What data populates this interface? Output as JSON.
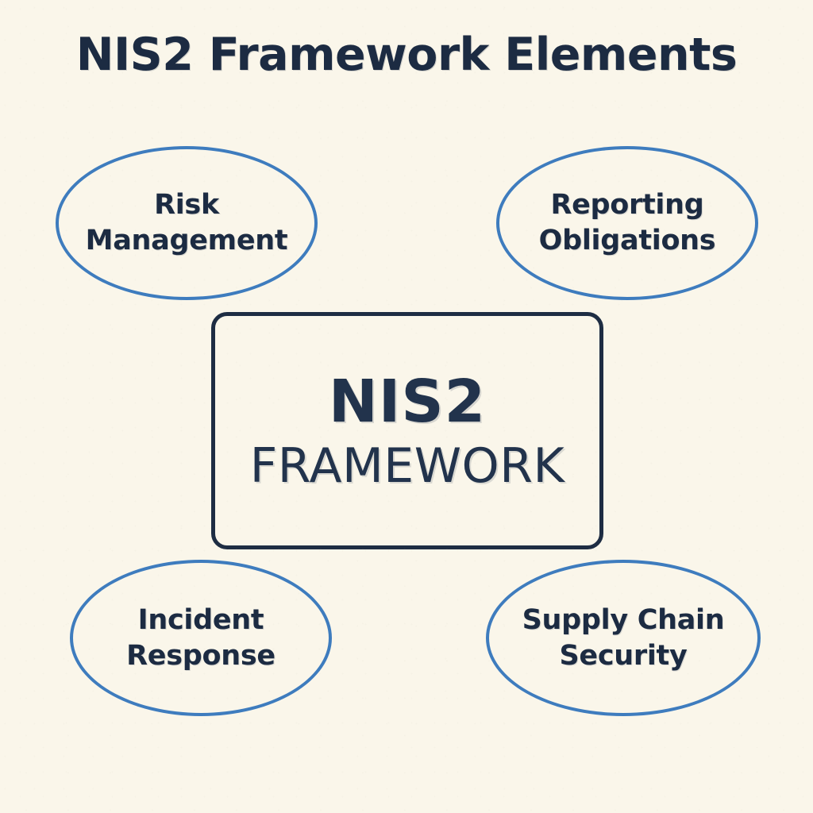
{
  "page": {
    "title": "NIS2 Framework Elements",
    "background_color": "#FAF6EA",
    "accent_color": "#3E7CBE",
    "text_color": "#1C2B42",
    "box_border_color": "#1E2D43"
  },
  "center": {
    "primary": "NIS2",
    "secondary": "FRAMEWORK"
  },
  "nodes": [
    {
      "id": "risk-management",
      "line1": "Risk",
      "line2": "Management",
      "position": "top-left"
    },
    {
      "id": "reporting",
      "line1": "Reporting",
      "line2": "Obligations",
      "position": "top-right"
    },
    {
      "id": "incident-response",
      "line1": "Incident",
      "line2": "Response",
      "position": "bottom-left"
    },
    {
      "id": "supply-chain",
      "line1": "Supply Chain",
      "line2": "Security",
      "position": "bottom-right"
    }
  ]
}
